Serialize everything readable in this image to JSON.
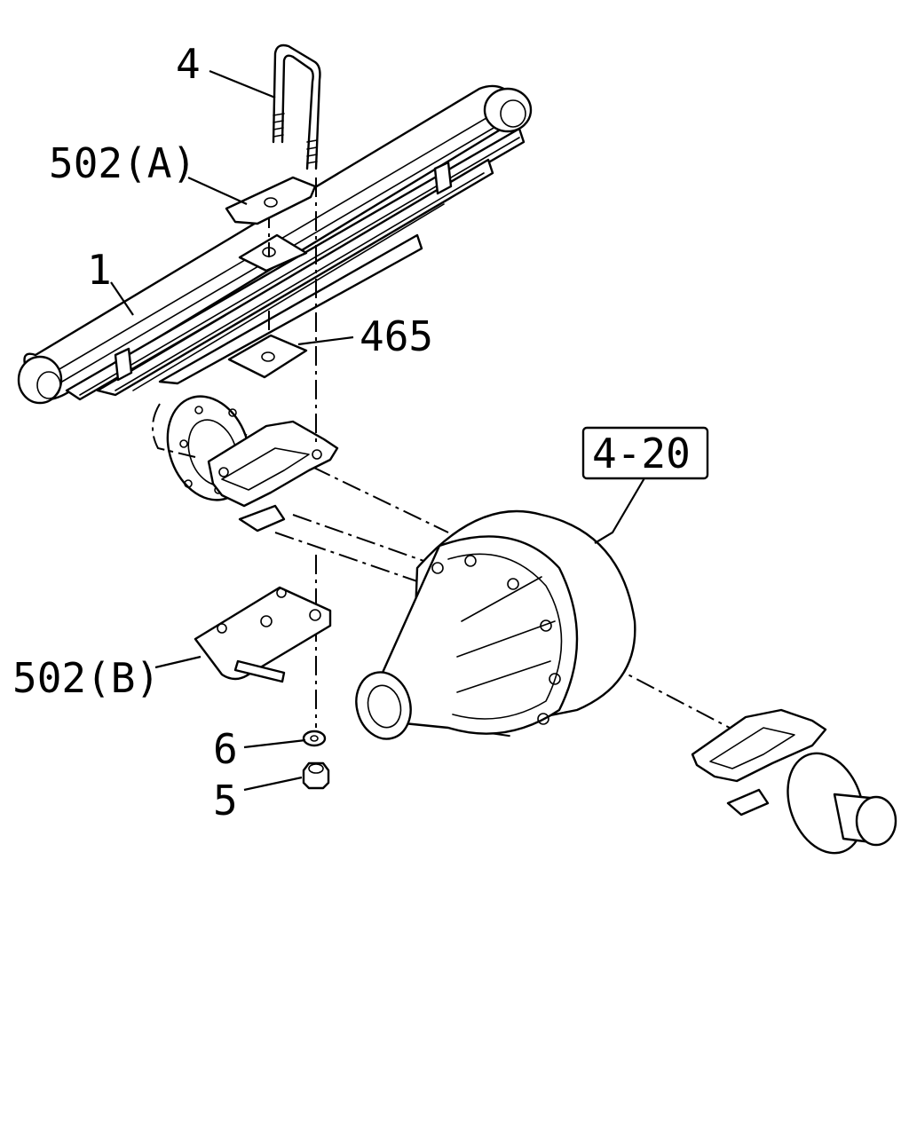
{
  "callouts": {
    "u_bolt": "4",
    "seat_upper": "502(A)",
    "leaf_spring": "1",
    "spacer_plate": "465",
    "axle_assembly": "4-20",
    "seat_lower": "502(B)",
    "washer": "6",
    "nut": "5"
  }
}
